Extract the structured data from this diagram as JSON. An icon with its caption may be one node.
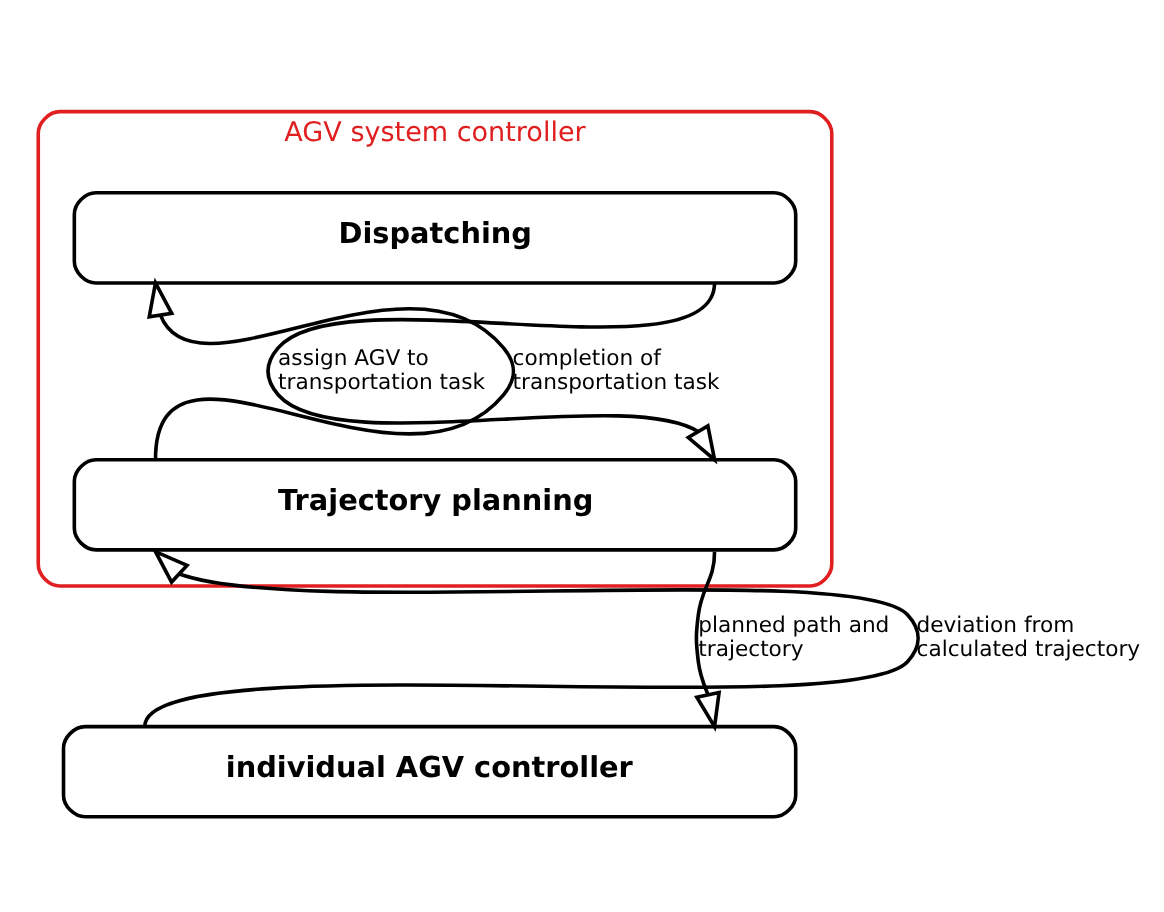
{
  "diagram": {
    "nodes": [
      {
        "text": [
          "AGV system controller"
        ]
      },
      {
        "text": [
          "Dispatching"
        ],
        "in": 0
      },
      {
        "text": [
          "Trajectory planning"
        ],
        "in": 0
      },
      {
        "text": [
          "individual AGV controller"
        ]
      }
    ],
    "edges": [
      {
        "from": 2,
        "to": 1,
        "arrow": "to",
        "label": "completion of transportation task"
      },
      {
        "from": 1,
        "to": 2,
        "arrow": "to",
        "label": "assign AGV to transportation task"
      },
      {
        "from": 3,
        "to": 2,
        "arrow": "to",
        "label": "deviation from calculated trajectory"
      },
      {
        "from": 2,
        "to": 3,
        "arrow": "to",
        "label": "planned path and trajectory"
      }
    ]
  }
}
